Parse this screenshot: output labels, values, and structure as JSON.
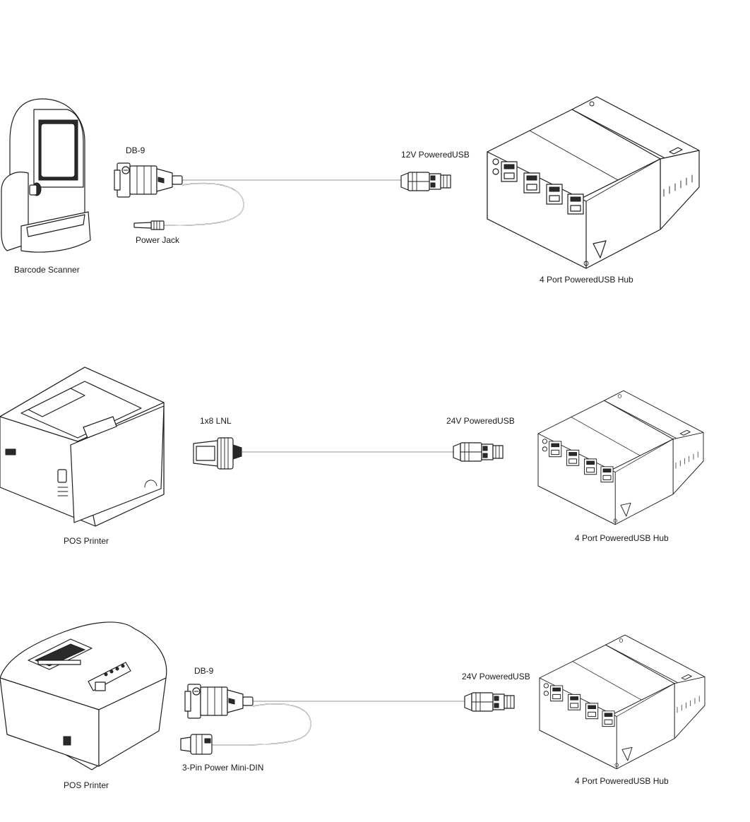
{
  "rows": [
    {
      "device_label": "Barcode Scanner",
      "connector_label": "DB-9",
      "power_label": "Power Jack",
      "usb_label": "12V PoweredUSB",
      "hub_label": "4 Port PoweredUSB Hub"
    },
    {
      "device_label": "POS Printer",
      "connector_label": "1x8 LNL",
      "usb_label": "24V PoweredUSB",
      "hub_label": "4 Port PoweredUSB Hub"
    },
    {
      "device_label": "POS Printer",
      "connector_label": "DB-9",
      "power_label": "3-Pin Power Mini-DIN",
      "usb_label": "24V PoweredUSB",
      "hub_label": "4 Port PoweredUSB Hub"
    }
  ]
}
